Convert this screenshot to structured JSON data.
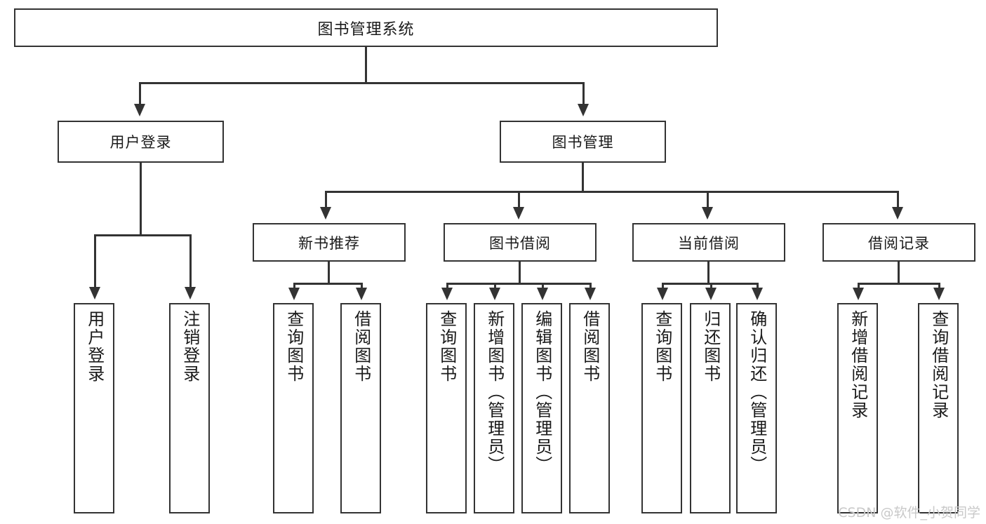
{
  "diagram": {
    "type": "tree",
    "title": "图书管理系统",
    "watermark": "CSDN @软件_小贺同学",
    "colors": {
      "stroke": "#333333",
      "fill": "#ffffff",
      "text": "#1a1a1a",
      "watermark": "#c9c9c9",
      "background": "#ffffff"
    },
    "levels": {
      "root": {
        "label": "图书管理系统"
      },
      "level2": [
        {
          "label": "用户登录"
        },
        {
          "label": "图书管理"
        }
      ],
      "level3": [
        {
          "label": "新书推荐"
        },
        {
          "label": "图书借阅"
        },
        {
          "label": "当前借阅"
        },
        {
          "label": "借阅记录"
        }
      ],
      "leaves": {
        "user_login": [
          {
            "label": "用户登录"
          },
          {
            "label": "注销登录"
          }
        ],
        "new_book": [
          {
            "label": "查询图书"
          },
          {
            "label": "借阅图书"
          }
        ],
        "book_borrow": [
          {
            "label": "查询图书"
          },
          {
            "label": "新增图书（管理员）"
          },
          {
            "label": "编辑图书（管理员）"
          },
          {
            "label": "借阅图书"
          }
        ],
        "current_borrow": [
          {
            "label": "查询图书"
          },
          {
            "label": "归还图书"
          },
          {
            "label": "确认归还（管理员）"
          }
        ],
        "borrow_record": [
          {
            "label": "新增借阅记录"
          },
          {
            "label": "查询借阅记录"
          }
        ]
      }
    }
  }
}
